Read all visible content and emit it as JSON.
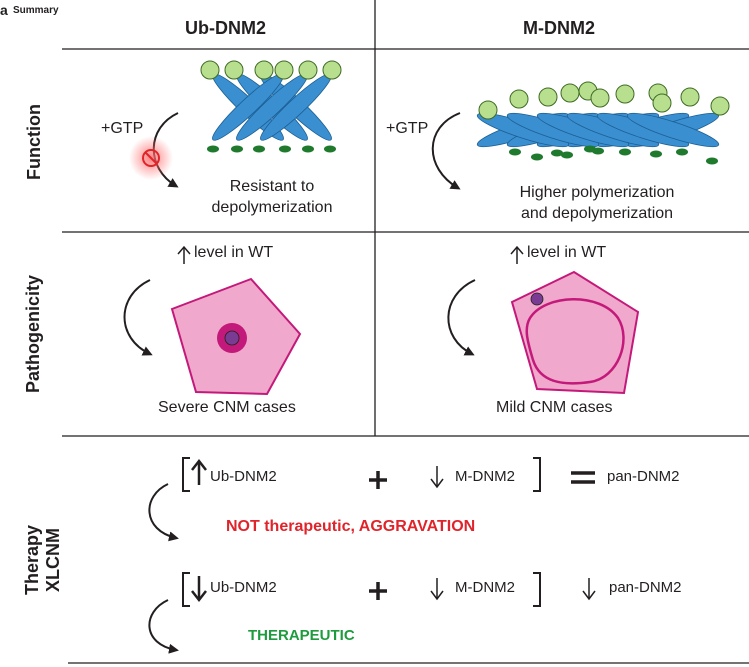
{
  "panel": {
    "letter": "a",
    "title": "Summary"
  },
  "columns": {
    "left": "Ub-DNM2",
    "right": "M-DNM2"
  },
  "rows": {
    "function": "Function",
    "pathogenicity": "Pathogenicity",
    "therapy_line1": "Therapy",
    "therapy_line2": "XLCNM"
  },
  "function": {
    "left_gtp": "+GTP",
    "left_result_line1": "Resistant to",
    "left_result_line2": "depolymerization",
    "right_gtp": "+GTP",
    "right_result_line1": "Higher polymerization",
    "right_result_line2": "and depolymerization"
  },
  "pathogenicity": {
    "left_level": "level in WT",
    "right_level": "level in WT",
    "left_outcome": "Severe CNM cases",
    "right_outcome": "Mild CNM cases"
  },
  "therapy": {
    "row1": {
      "ub": "Ub-DNM2",
      "plus": "+",
      "m": "M-DNM2",
      "eq": "=",
      "pan": "pan-DNM2",
      "outcome": "NOT therapeutic, AGGRAVATION"
    },
    "row2": {
      "ub": "Ub-DNM2",
      "plus": "+",
      "m": "M-DNM2",
      "pan": "pan-DNM2",
      "outcome": "THERAPEUTIC"
    }
  },
  "colors": {
    "blue": "#3a8fd0",
    "green_head": "#b7df8e",
    "foot": "#1f7a2e",
    "cell_fill": "#f0a8cc",
    "cell_edge": "#c3197a",
    "nucleus": "#7a3c93",
    "red": "#e0242b",
    "green": "#1e9b3e"
  }
}
